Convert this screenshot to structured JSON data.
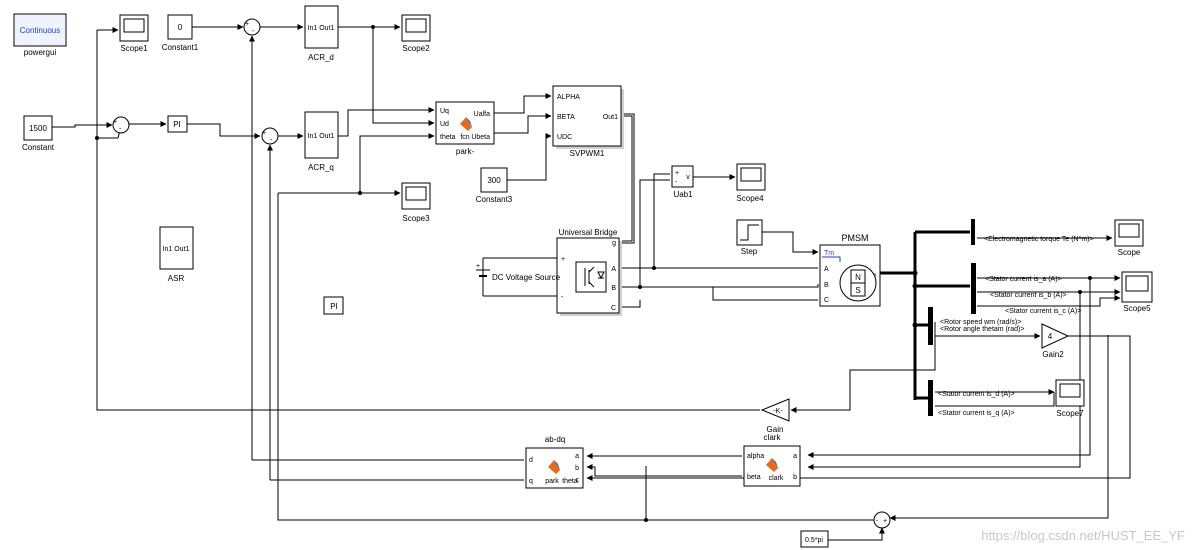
{
  "blocks": {
    "powergui": {
      "top": "Continuous",
      "name": "powergui"
    },
    "scope1": "Scope1",
    "constant1": {
      "value": "0",
      "name": "Constant1"
    },
    "acr_d": {
      "port": "In1 Out1",
      "name": "ACR_d"
    },
    "scope2": "Scope2",
    "constant": {
      "value": "1500",
      "name": "Constant"
    },
    "pi": "PI",
    "acr_q": {
      "port": "In1 Out1",
      "name": "ACR_q"
    },
    "park": {
      "in1": "Uq",
      "in2": "Ud",
      "in3": "theta",
      "fcn": "fcn",
      "out1": "Ualfa",
      "out2": "Ubeta",
      "name": "park-"
    },
    "svpwm": {
      "in1": "ALPHA",
      "in2": "BETA",
      "in3": "UDC",
      "out": "Out1",
      "name": "SVPWM1"
    },
    "constant3": {
      "value": "300",
      "name": "Constant3"
    },
    "scope3": "Scope3",
    "uab": {
      "p": "+",
      "m": "-",
      "v": "v",
      "name": "Uab1"
    },
    "scope4": "Scope4",
    "asr": {
      "port": "In1 Out1",
      "name": "ASR"
    },
    "step": "Step",
    "pmsm": {
      "title": "PMSM",
      "tm": "Tm",
      "a": "A",
      "b": "B",
      "c": "C",
      "m": "m",
      "n": "N",
      "s": "S"
    },
    "bridge": {
      "name": "Universal Bridge",
      "g": "g",
      "a": "A",
      "b": "B",
      "c": "C",
      "p": "+",
      "m": "-"
    },
    "dc": {
      "name": "DC Voltage Source",
      "p": "+"
    },
    "pi_free": "PI",
    "scope": "Scope",
    "scope5": "Scope5",
    "scope7": "Scope7",
    "gain2": {
      "value": "4",
      "name": "Gain2"
    },
    "gain": {
      "value": "-K-",
      "name": "Gain"
    },
    "clark": {
      "top": "clark",
      "in1": "alpha",
      "in2": "beta",
      "fcn": "clark",
      "out1": "a",
      "out2": "b"
    },
    "abdq": {
      "top": "ab-dq",
      "in1": "d",
      "in2": "q",
      "fcn": "park",
      "in3": "theta",
      "o1": "a",
      "o2": "b",
      "o3": "c"
    },
    "halfpi": "0.5*pi"
  },
  "signals": {
    "te": "<Electromagnetic torque Te (N*m)>",
    "isa": "<Stator current is_a (A)>",
    "isb": "<Stator current is_b (A)>",
    "isc": "<Stator current is_c (A)>",
    "wm": "<Rotor speed wm (rad/s)>",
    "theta": "<Rotor angle thetam (rad)>",
    "isd": "<Stator current is_d (A)>",
    "isq": "<Stator current is_q (A)>"
  },
  "sum_signs": {
    "plus": "+",
    "minus": "-"
  },
  "watermark": "https://blog.csdn.net/HUST_EE_YF"
}
